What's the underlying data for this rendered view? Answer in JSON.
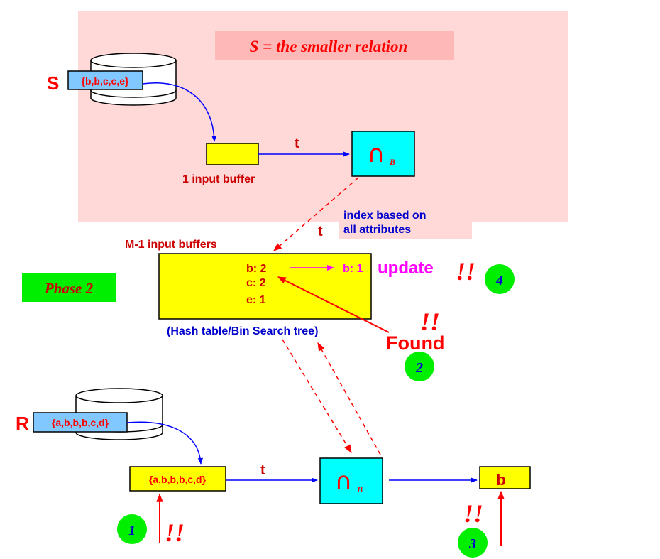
{
  "colors": {
    "pink_panel": "#ffd8d8",
    "title_box": "#ffb8b8",
    "red": "#ff0000",
    "blue": "#0000ff",
    "dark_blue": "#0000cc",
    "cyan": "#00ffff",
    "yellow": "#ffff00",
    "light_blue": "#80c8ff",
    "magenta": "#ff00ff",
    "green": "#00ee00"
  },
  "title": "S = the smaller relation",
  "phase_label": "Phase 2",
  "s_relation": {
    "label": "S",
    "tuples": "{b,b,c,c,e}"
  },
  "input_buffer_label": "1 input buffer",
  "t_labels": {
    "top": "t",
    "middle": "t",
    "bottom": "t"
  },
  "op_top": {
    "symbol": "∩",
    "subscript": "B"
  },
  "op_bottom": {
    "symbol": "∩",
    "subscript": "B"
  },
  "index_note": {
    "line1": "index based on",
    "line2": "all attributes"
  },
  "m1_label": "M-1 input buffers",
  "hash_table": {
    "entries": [
      "b: 2",
      "c: 2",
      "e: 1"
    ],
    "updated_entry": "b: 1",
    "caption": "(Hash table/Bin Search tree)"
  },
  "update_label": "update",
  "found_label": "Found",
  "exclaim": "!!",
  "steps": [
    "1",
    "2",
    "3",
    "4"
  ],
  "r_relation": {
    "label": "R",
    "tuples": "{a,b,b,b,c,d}"
  },
  "r_buffer_value": "{a,b,b,b,c,d}",
  "output_value": "b"
}
